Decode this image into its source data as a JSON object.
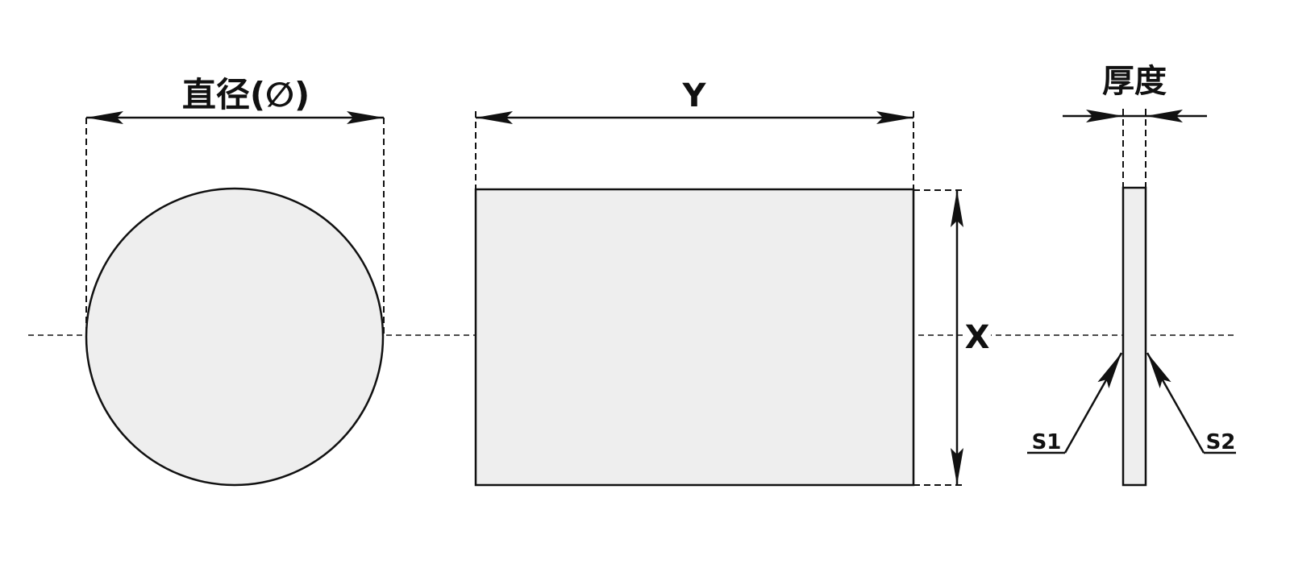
{
  "labels": {
    "diameter": "直径(∅)",
    "y": "Y",
    "x": "X",
    "thickness": "厚度",
    "s1": "S1",
    "s2": "S2"
  },
  "colors": {
    "fill": "#eeeeee",
    "stroke": "#111111",
    "background": "#ffffff"
  }
}
